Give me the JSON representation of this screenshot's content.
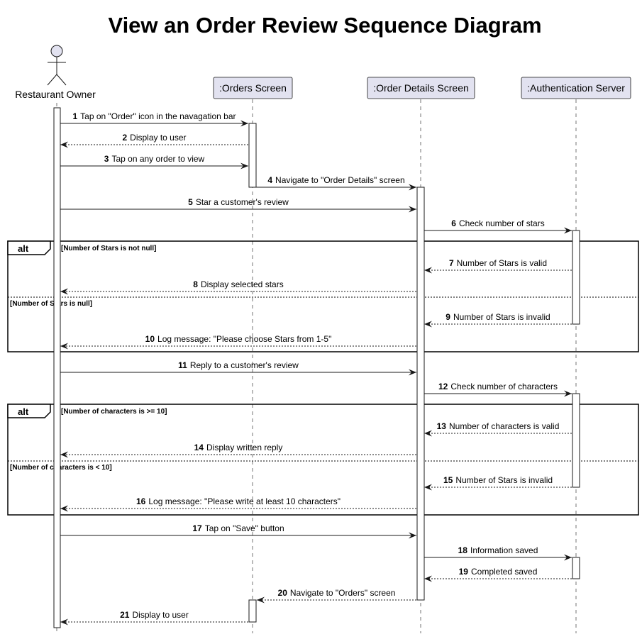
{
  "title": "View an Order Review Sequence Diagram",
  "participants": [
    {
      "id": "owner",
      "label": "Restaurant Owner",
      "kind": "actor"
    },
    {
      "id": "orders",
      "label": ":Orders Screen",
      "kind": "participant"
    },
    {
      "id": "details",
      "label": ":Order Details Screen",
      "kind": "participant"
    },
    {
      "id": "auth",
      "label": ":Authentication Server",
      "kind": "participant"
    }
  ],
  "messages": [
    {
      "num": "1",
      "text": "Tap on \"Order\" icon in the navagation bar",
      "from": "owner",
      "to": "orders",
      "dashed": false
    },
    {
      "num": "2",
      "text": "Display to user",
      "from": "orders",
      "to": "owner",
      "dashed": true
    },
    {
      "num": "3",
      "text": "Tap on any order to view",
      "from": "owner",
      "to": "orders",
      "dashed": false
    },
    {
      "num": "4",
      "text": "Navigate to \"Order Details\" screen",
      "from": "orders",
      "to": "details",
      "dashed": false
    },
    {
      "num": "5",
      "text": "Star a customer's review",
      "from": "owner",
      "to": "details",
      "dashed": false
    },
    {
      "num": "6",
      "text": "Check number of stars",
      "from": "details",
      "to": "auth",
      "dashed": false
    },
    {
      "num": "7",
      "text": "Number of Stars is valid",
      "from": "auth",
      "to": "details",
      "dashed": true
    },
    {
      "num": "8",
      "text": "Display selected stars",
      "from": "details",
      "to": "owner",
      "dashed": true
    },
    {
      "num": "9",
      "text": "Number of Stars is invalid",
      "from": "auth",
      "to": "details",
      "dashed": true
    },
    {
      "num": "10",
      "text": "Log message: \"Please choose Stars from 1-5\"",
      "from": "details",
      "to": "owner",
      "dashed": true
    },
    {
      "num": "11",
      "text": "Reply to a customer's review",
      "from": "owner",
      "to": "details",
      "dashed": false
    },
    {
      "num": "12",
      "text": "Check number of characters",
      "from": "details",
      "to": "auth",
      "dashed": false
    },
    {
      "num": "13",
      "text": "Number of characters is valid",
      "from": "auth",
      "to": "details",
      "dashed": true
    },
    {
      "num": "14",
      "text": "Display written reply",
      "from": "details",
      "to": "owner",
      "dashed": true
    },
    {
      "num": "15",
      "text": "Number of Stars is invalid",
      "from": "auth",
      "to": "details",
      "dashed": true
    },
    {
      "num": "16",
      "text": "Log message: \"Please write at least 10 characters\"",
      "from": "details",
      "to": "owner",
      "dashed": true
    },
    {
      "num": "17",
      "text": "Tap on \"Save\" button",
      "from": "owner",
      "to": "details",
      "dashed": false
    },
    {
      "num": "18",
      "text": "Information saved",
      "from": "details",
      "to": "auth",
      "dashed": false
    },
    {
      "num": "19",
      "text": "Completed saved",
      "from": "auth",
      "to": "details",
      "dashed": true
    },
    {
      "num": "20",
      "text": "Navigate to \"Orders\" screen",
      "from": "details",
      "to": "orders",
      "dashed": true
    },
    {
      "num": "21",
      "text": "Display to user",
      "from": "orders",
      "to": "owner",
      "dashed": true
    }
  ],
  "fragments": [
    {
      "operator": "alt",
      "guards": [
        "[Number of Stars is not null]",
        "[Number of Stars is null]"
      ]
    },
    {
      "operator": "alt",
      "guards": [
        "[Number of characters is >= 10]",
        "[Number of characters is < 10]"
      ]
    }
  ]
}
